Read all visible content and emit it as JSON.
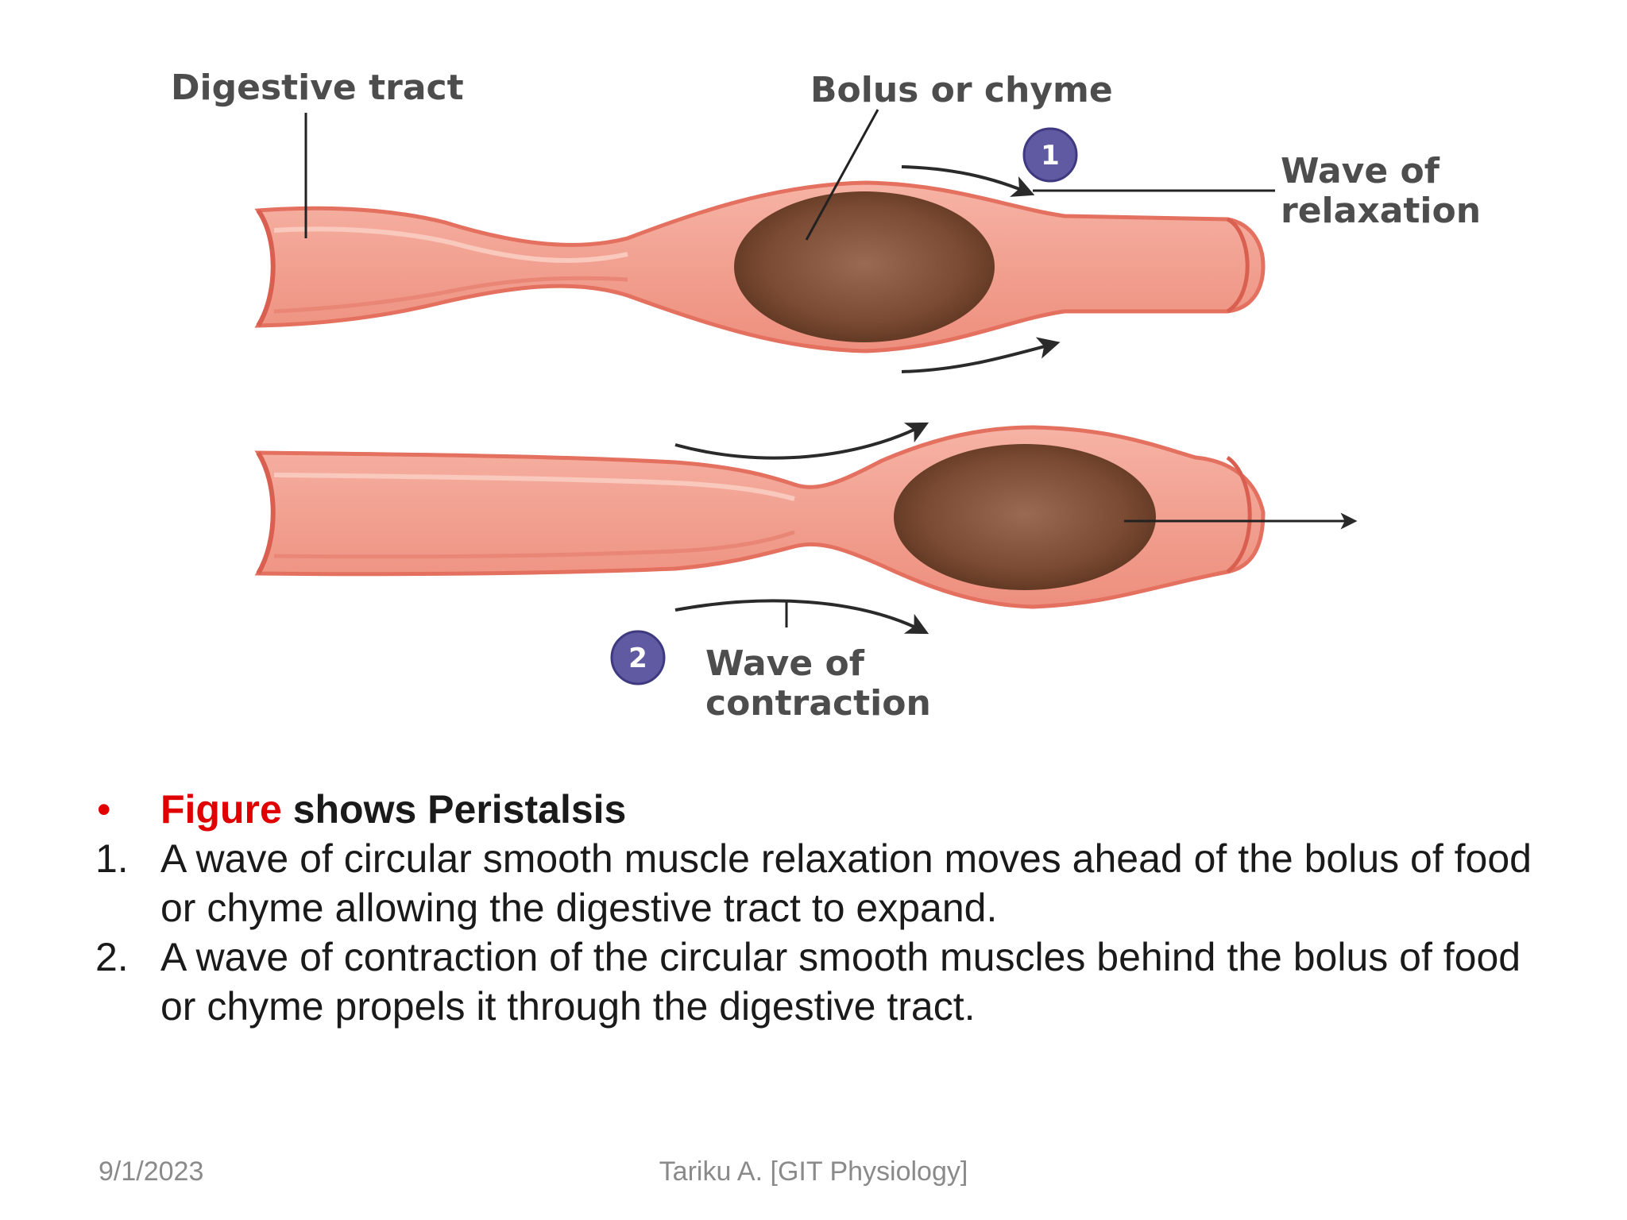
{
  "diagram": {
    "labels": {
      "digestive_tract": "Digestive tract",
      "bolus": "Bolus or chyme",
      "relaxation_line1": "Wave of",
      "relaxation_line2": "relaxation",
      "contraction_line1": "Wave of",
      "contraction_line2": "contraction"
    },
    "badges": {
      "one": "1",
      "two": "2"
    },
    "colors": {
      "tract": "#f3a596",
      "tract_edge": "#e4705f",
      "bolus": "#7a4a32",
      "badge": "#5f5aa2"
    }
  },
  "text": {
    "bullet": "•",
    "heading_red": "Figure",
    "heading_rest": " shows Peristalsis",
    "items": [
      {
        "num": "1.",
        "line1": "A wave of circular smooth muscle relaxation moves ahead of the bolus of food",
        "line2": "or chyme allowing the digestive tract to expand."
      },
      {
        "num": "2.",
        "line1": "A wave of contraction of the circular smooth muscles behind the bolus of food",
        "line2": "or chyme propels it through the digestive tract."
      }
    ]
  },
  "footer": {
    "date": "9/1/2023",
    "center": "Tariku A. [GIT Physiology]"
  }
}
